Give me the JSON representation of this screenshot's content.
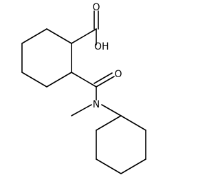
{
  "molecule": {
    "atom_labels": {
      "carboxyl_oxygen": "O",
      "hydroxyl": "OH",
      "amide_oxygen": "O",
      "amide_nitrogen": "N"
    }
  }
}
